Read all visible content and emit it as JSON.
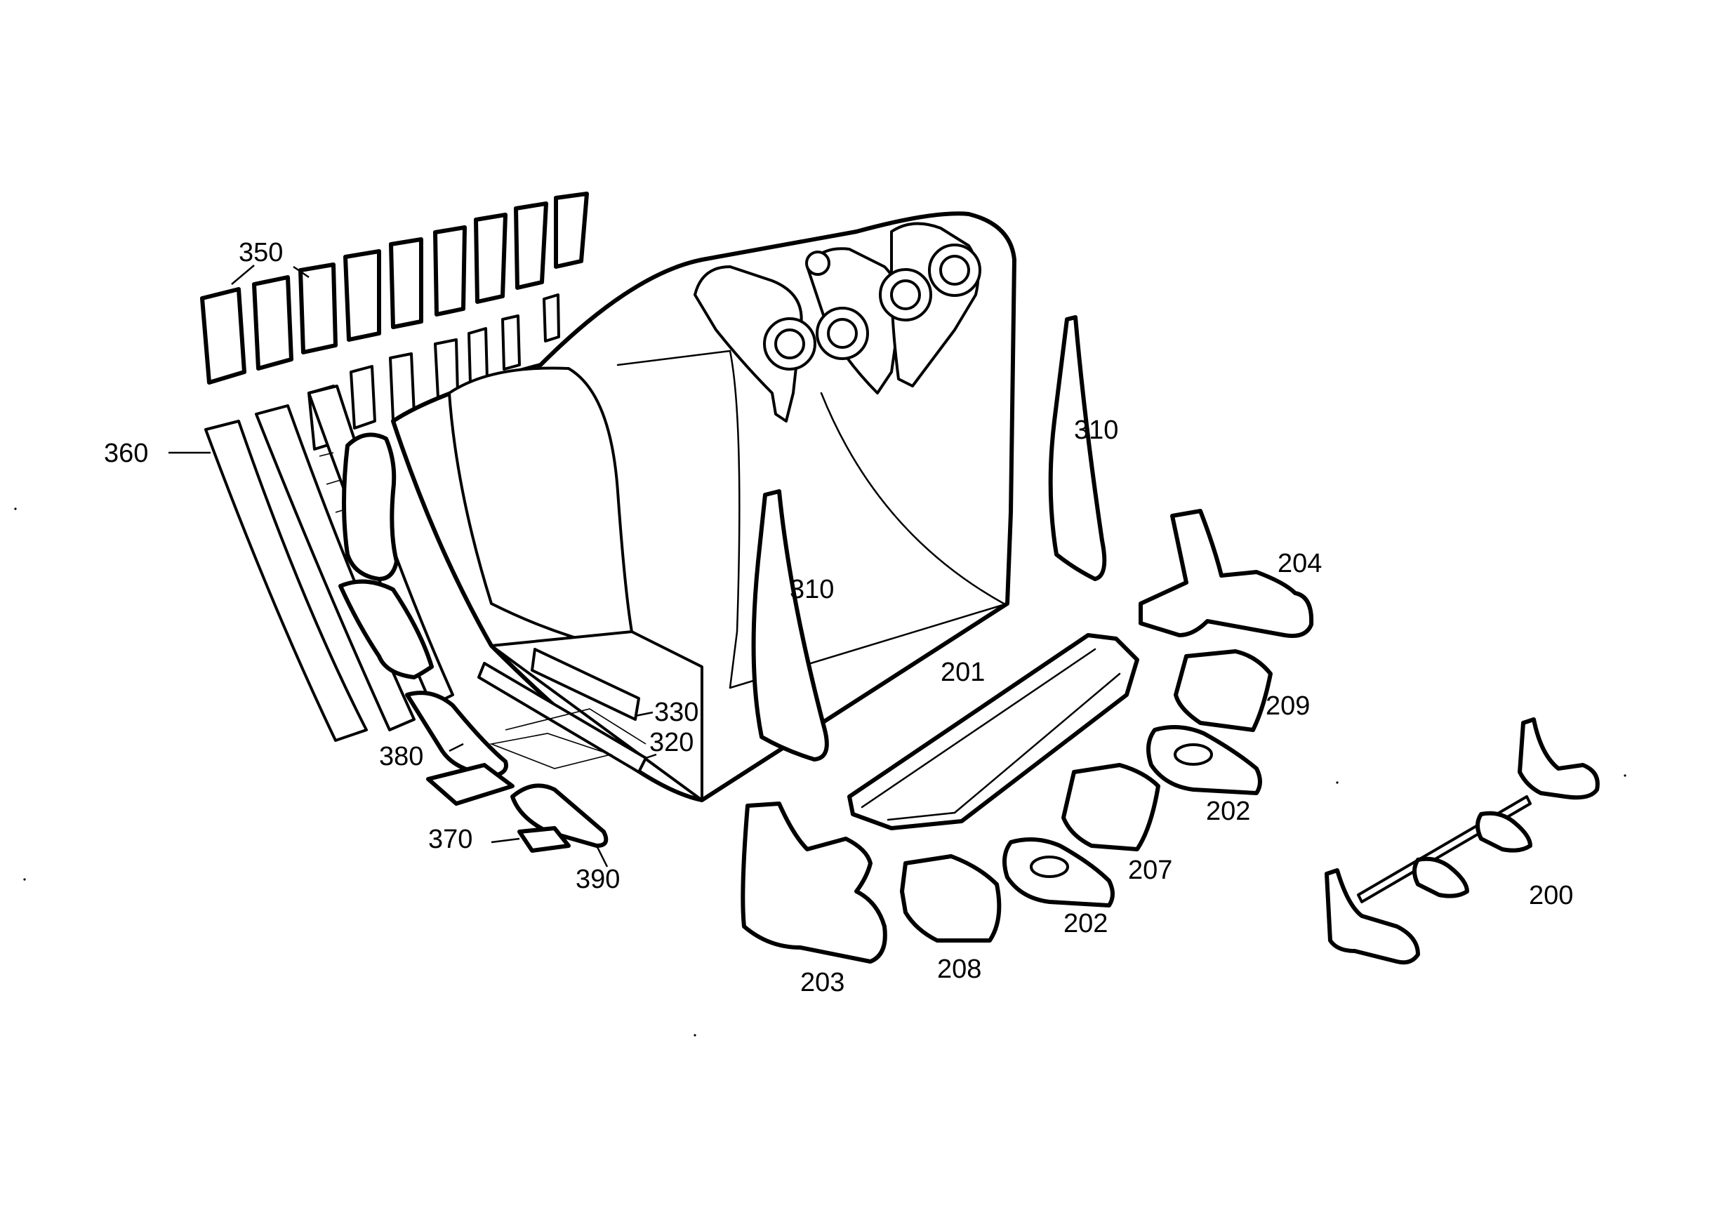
{
  "labels": {
    "l350": "350",
    "l360": "360",
    "l310a": "310",
    "l310b": "310",
    "l204": "204",
    "l209": "209",
    "l201": "201",
    "l202a": "202",
    "l202b": "202",
    "l207": "207",
    "l330": "330",
    "l320": "320",
    "l380": "380",
    "l370": "370",
    "l390": "390",
    "l203": "203",
    "l208": "208",
    "l200": "200"
  }
}
